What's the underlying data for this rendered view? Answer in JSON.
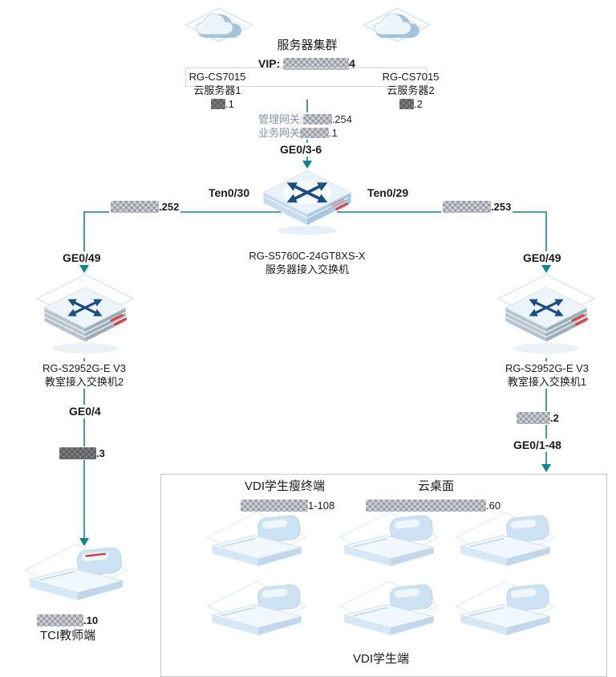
{
  "cluster": {
    "title": "服务器集群",
    "vip_label": "VIP:",
    "vip_suffix": "4",
    "server1": {
      "model": "RG-CS7015",
      "name": "云服务器1",
      "ip": ".1"
    },
    "server2": {
      "model": "RG-CS7015",
      "name": "云服务器2",
      "ip": ".2"
    },
    "mgmt_gw_label": "管理网关:",
    "mgmt_gw_suffix": ".254",
    "biz_gw_label": "业务网关",
    "biz_gw_suffix": ".1",
    "uplink_port": "GE0/3-6"
  },
  "core_switch": {
    "port_left": "Ten0/30",
    "port_right": "Ten0/29",
    "model": "RG-S5760C-24GT8XS-X",
    "name": "服务器接入交换机",
    "left_link_ip": ".252",
    "right_link_ip": ".253"
  },
  "left_branch": {
    "uplink_port": "GE0/49",
    "switch_model": "RG-S2952G-E V3",
    "switch_name": "教室接入交换机2",
    "downlink_port": "GE0/4",
    "link_ip": ".3",
    "terminal_ip": ".10",
    "terminal_name": "TCI教师端"
  },
  "right_branch": {
    "uplink_port": "GE0/49",
    "switch_model": "RG-S2952G-E V3",
    "switch_name": "教室接入交换机1",
    "link_ip": ".2",
    "downlink_port": "GE0/1-48"
  },
  "vdi_zone": {
    "thin_client_title": "VDI学生瘦终端",
    "cloud_desktop_title": "云桌面",
    "thin_client_ip_suffix": "1-108",
    "cloud_desktop_ip_suffix": ".60",
    "footer_label": "VDI学生端"
  },
  "colors": {
    "wire": "#177f8e",
    "accent_red": "#e23b3b"
  }
}
